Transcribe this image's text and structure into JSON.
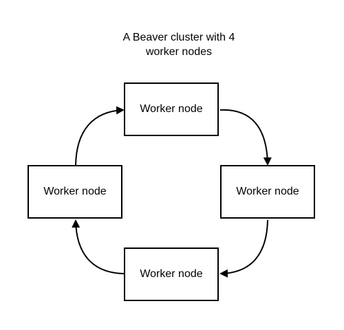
{
  "title": {
    "line1": "A Beaver cluster with 4",
    "line2": "worker nodes"
  },
  "nodes": [
    {
      "id": "top",
      "label": "Worker node"
    },
    {
      "id": "right",
      "label": "Worker node"
    },
    {
      "id": "bottom",
      "label": "Worker node"
    },
    {
      "id": "left",
      "label": "Worker node"
    }
  ],
  "edges": [
    {
      "from": "top",
      "to": "right"
    },
    {
      "from": "right",
      "to": "bottom"
    },
    {
      "from": "bottom",
      "to": "left"
    },
    {
      "from": "left",
      "to": "top"
    }
  ],
  "colors": {
    "stroke": "#000000",
    "background": "#ffffff"
  }
}
